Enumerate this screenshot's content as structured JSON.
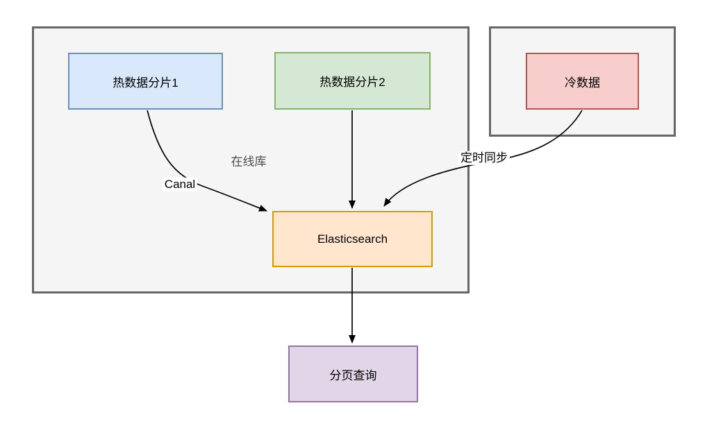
{
  "diagram": {
    "groups": {
      "online_db": {
        "label": "在线库"
      },
      "cold_store": {
        "label": ""
      }
    },
    "nodes": {
      "hot_shard_1": {
        "label": "热数据分片1"
      },
      "hot_shard_2": {
        "label": "热数据分片2"
      },
      "cold_data": {
        "label": "冷数据"
      },
      "elasticsearch": {
        "label": "Elasticsearch"
      },
      "paged_query": {
        "label": "分页查询"
      }
    },
    "edges": {
      "canal": {
        "label": "Canal",
        "from": "hot_shard_1",
        "to": "elasticsearch"
      },
      "shard2_to_es": {
        "label": "",
        "from": "hot_shard_2",
        "to": "elasticsearch"
      },
      "scheduled_sync": {
        "label": "定时同步",
        "from": "cold_data",
        "to": "elasticsearch"
      },
      "es_to_query": {
        "label": "",
        "from": "elasticsearch",
        "to": "paged_query"
      }
    },
    "colors": {
      "canvas_bg": "#ffffff",
      "group_fill": "#f5f5f5",
      "group_border": "#666666",
      "group_label_text": "#4d4d4d",
      "hot_shard_1_fill": "#dae8fc",
      "hot_shard_1_border": "#6c8ebf",
      "hot_shard_2_fill": "#d5e8d4",
      "hot_shard_2_border": "#82b366",
      "cold_data_fill": "#f8cecc",
      "cold_data_border": "#b85450",
      "elasticsearch_fill": "#ffe6cc",
      "elasticsearch_border": "#d79b00",
      "paged_query_fill": "#e1d5e7",
      "paged_query_border": "#9673a6",
      "edge_stroke": "#000000"
    }
  }
}
